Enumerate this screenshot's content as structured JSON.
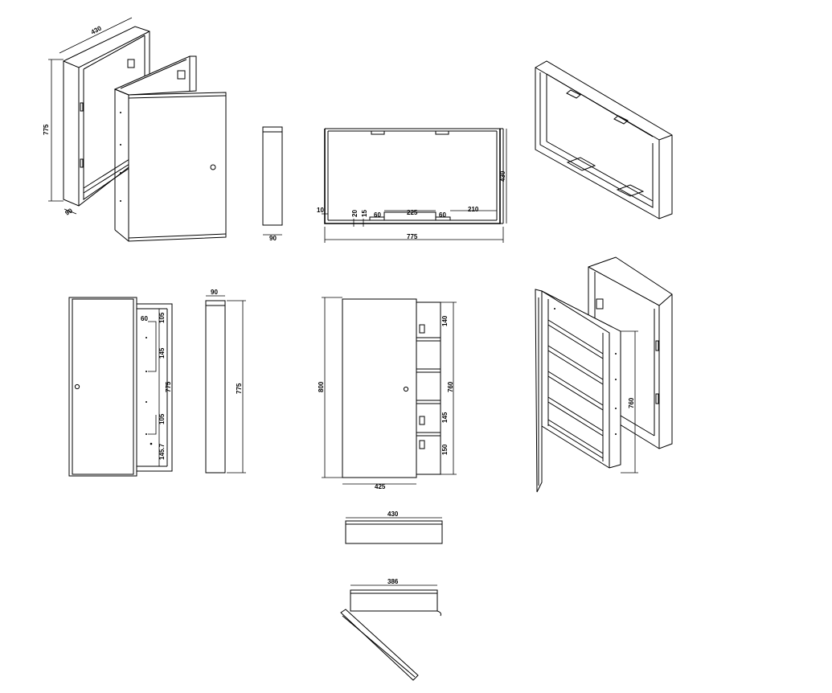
{
  "views": {
    "iso_open": {
      "width": "430",
      "height": "775",
      "depth": "90"
    },
    "side_narrow": {
      "depth": "90"
    },
    "top_section": {
      "gap": "10",
      "d1": "20",
      "d2": "15",
      "d3": "60",
      "d4": "225",
      "d5": "60",
      "d6": "210",
      "total": "775",
      "side": "430"
    },
    "front_closed": {
      "d60": "60",
      "d105a": "105",
      "d145": "145",
      "d775": "775",
      "d105b": "105",
      "d1457": "145.7"
    },
    "side_view": {
      "depth": "90",
      "height": "775"
    },
    "front_open": {
      "height": "800",
      "width": "425",
      "d140": "140",
      "d760": "760",
      "d145": "145",
      "d150": "150"
    },
    "iso_shelves": {
      "height": "760"
    },
    "plan_top": {
      "width": "430"
    },
    "plan_door": {
      "width": "386"
    }
  }
}
